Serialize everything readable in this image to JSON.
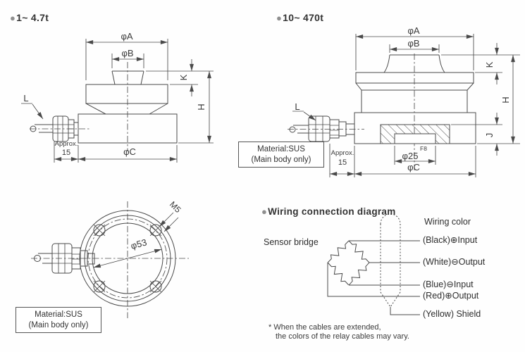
{
  "titles": {
    "bullet": "●",
    "small": "1~ 4.7t",
    "large": "10~ 470t",
    "wiring": "Wiring connection diagram"
  },
  "dims_small": {
    "phi_a": "φA",
    "phi_b": "φB",
    "phi_c": "φC",
    "k": "K",
    "h": "H",
    "l": "L",
    "approx": "Approx.",
    "approx_value": "15"
  },
  "dims_large": {
    "phi_a": "φA",
    "phi_b": "φB",
    "phi_c": "φC",
    "phi_25": "φ25",
    "tolerance": "F8",
    "k": "K",
    "h": "H",
    "j": "J",
    "l": "L",
    "approx": "Approx.",
    "approx_value": "15"
  },
  "dims_top_view": {
    "m5": "M5",
    "phi_53": "φ53"
  },
  "material_note": {
    "line1": "Material:SUS",
    "line2": "(Main body only)"
  },
  "wiring": {
    "sensor_bridge": "Sensor bridge",
    "color_heading": "Wiring color",
    "wires": [
      {
        "label": "(Black)⊕Input"
      },
      {
        "label": "(White)⊖Output"
      },
      {
        "label": "(Blue)⊖Input"
      },
      {
        "label": "(Red)⊕Output"
      },
      {
        "label": "(Yellow) Shield"
      }
    ],
    "footnote1": "* When the cables are extended,",
    "footnote2": "the colors of the relay cables may vary."
  }
}
